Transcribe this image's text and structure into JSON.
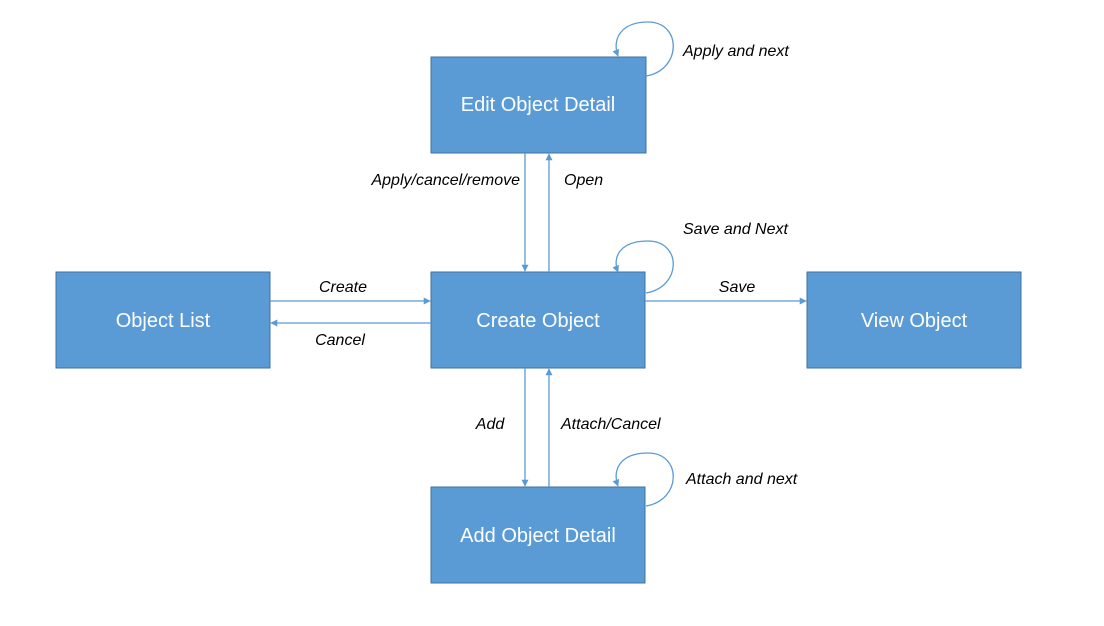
{
  "nodes": {
    "edit_detail": "Edit Object Detail",
    "object_list": "Object List",
    "create_object": "Create Object",
    "view_object": "View Object",
    "add_detail": "Add Object Detail"
  },
  "edges": {
    "apply_and_next": "Apply and next",
    "apply_cancel_remove": "Apply/cancel/remove",
    "open": "Open",
    "save_and_next": "Save and Next",
    "create": "Create",
    "cancel": "Cancel",
    "save": "Save",
    "add": "Add",
    "attach_cancel": "Attach/Cancel",
    "attach_and_next": "Attach and next"
  },
  "colors": {
    "box_fill": "#5b9bd5",
    "box_border": "#41719c",
    "arrow": "#5b9bd5",
    "box_text": "#ffffff",
    "label_text": "#000000"
  }
}
